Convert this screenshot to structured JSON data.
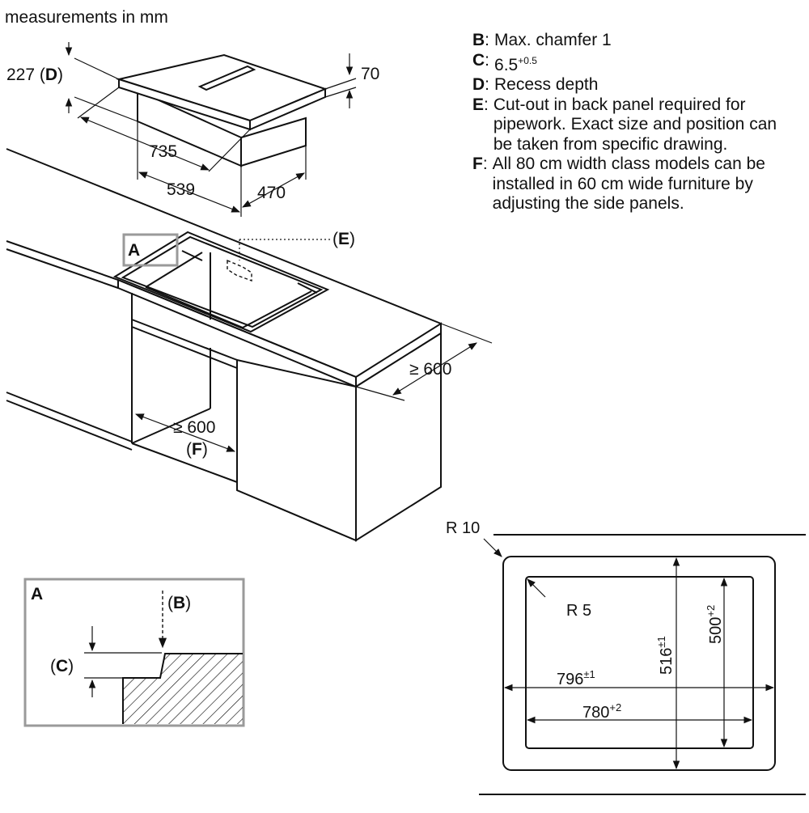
{
  "units_note": "measurements in mm",
  "legend": [
    {
      "key": "B",
      "text": "Max. chamfer 1"
    },
    {
      "key": "C",
      "text": "6.5",
      "sup": "+0.5"
    },
    {
      "key": "D",
      "text": "Recess depth"
    },
    {
      "key": "E",
      "text": "Cut-out in back panel required for pipework. Exact size and position can be taken from specific drawing."
    },
    {
      "key": "F",
      "text": "All 80 cm width class models can be installed in 60 cm wide furniture by adjusting the side panels."
    }
  ],
  "hob": {
    "depth_label_prefix": "227 (",
    "depth_label_key": "D",
    "depth_label_suffix": ")",
    "height": "70",
    "width": "735",
    "cutout_width": "539",
    "cutout_depth": "470"
  },
  "cabinet": {
    "detail_ref": "A",
    "back_panel_ref": "(E)",
    "worktop_depth": "≥ 600",
    "cabinet_width": "≥ 600",
    "cabinet_width_ref_open": "(",
    "cabinet_width_ref_key": "F",
    "cabinet_width_ref_close": ")"
  },
  "detail_a": {
    "title": "A",
    "chamfer_open": "(",
    "chamfer_key": "B",
    "chamfer_close": ")",
    "step_open": "(",
    "step_key": "C",
    "step_close": ")"
  },
  "cutout_plan": {
    "outer_radius": "R 10",
    "inner_radius": "R 5",
    "outer_width": "796",
    "outer_width_tol": "±1",
    "inner_width": "780",
    "inner_width_tol": "+2",
    "outer_depth": "516",
    "outer_depth_tol": "±1",
    "inner_depth": "500",
    "inner_depth_tol": "+2"
  },
  "colors": {
    "line": "#111111",
    "frame_gray": "#9a9a9a",
    "background": "#ffffff"
  }
}
